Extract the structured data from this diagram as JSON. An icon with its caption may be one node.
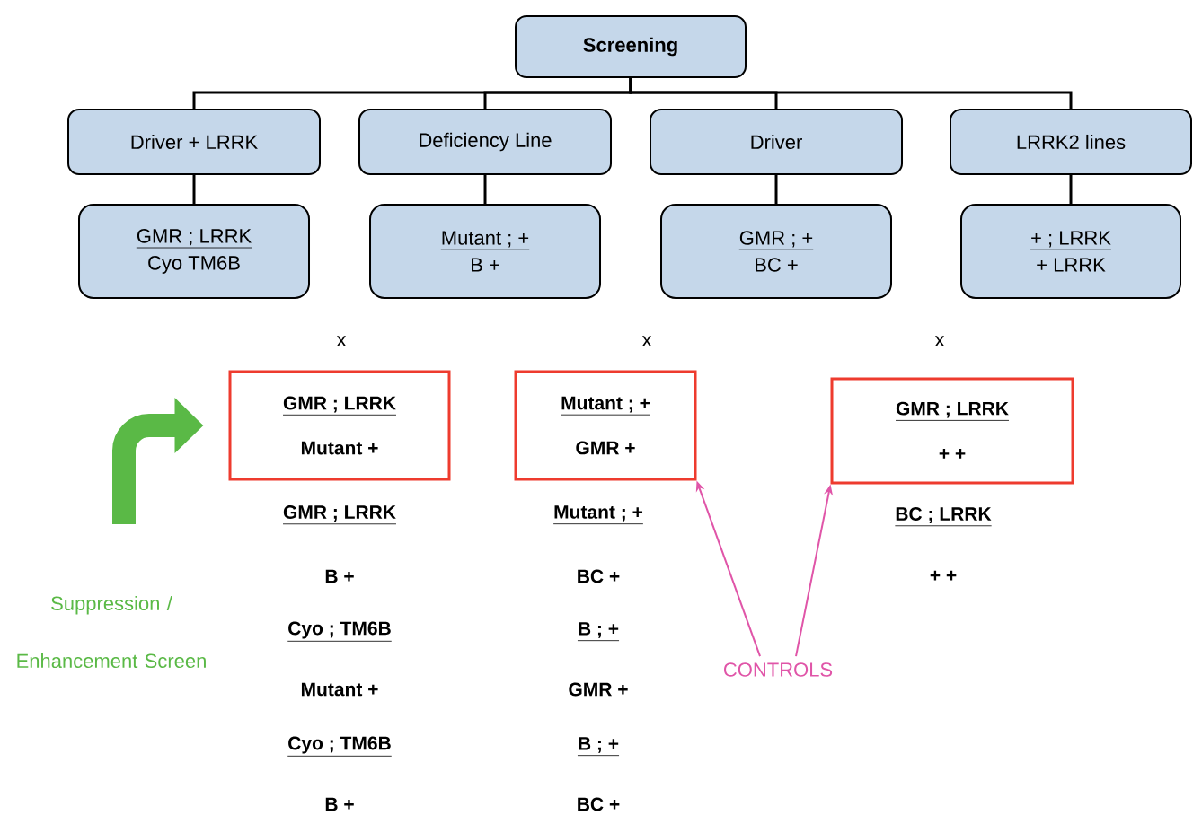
{
  "diagram": {
    "nodes": [
      {
        "text": [
          "Screening"
        ]
      },
      {
        "text": [
          "Driver + LRRK"
        ]
      },
      {
        "text": [
          "Deficiency Line"
        ]
      },
      {
        "text": [
          "Driver"
        ]
      },
      {
        "text": [
          "LRRK2 lines"
        ]
      },
      {
        "text": [
          "GMR ; LRRK",
          "Cyo TM6B"
        ]
      },
      {
        "text": [
          "Mutant ; +",
          "B +"
        ]
      },
      {
        "text": [
          "GMR ; +",
          "BC +"
        ]
      },
      {
        "text": [
          "+ ; LRRK",
          "+ LRRK"
        ]
      },
      {
        "text": [
          "GMR ; LRRK",
          "Mutant +"
        ]
      },
      {
        "text": [
          "Mutant ; +",
          "GMR +"
        ]
      },
      {
        "text": [
          "GMR ; LRRK",
          "+ +"
        ]
      },
      {
        "text": [
          "CONTROLS"
        ]
      }
    ],
    "edges": [
      {
        "from": 0,
        "to": 1,
        "arrow": "none"
      },
      {
        "from": 0,
        "to": 2,
        "arrow": "none"
      },
      {
        "from": 0,
        "to": 3,
        "arrow": "none"
      },
      {
        "from": 0,
        "to": 4,
        "arrow": "none"
      },
      {
        "from": 1,
        "to": 5,
        "arrow": "none"
      },
      {
        "from": 2,
        "to": 6,
        "arrow": "none"
      },
      {
        "from": 3,
        "to": 7,
        "arrow": "none"
      },
      {
        "from": 4,
        "to": 8,
        "arrow": "none"
      },
      {
        "from": null,
        "to": 9,
        "arrow": "to",
        "style": "thick",
        "color": "#5ab946"
      },
      {
        "from": 12,
        "to": 10,
        "arrow": "to",
        "color": "#e055a8"
      },
      {
        "from": 12,
        "to": 11,
        "arrow": "to",
        "color": "#e055a8"
      }
    ],
    "labels": [
      "x",
      "x",
      "x",
      "GMR ; LRRK",
      "Mutant ; +",
      "BC ; LRRK",
      "B +",
      "BC +",
      "+ +",
      "Suppression / Enhancement Screen",
      "Cyo ; TM6B",
      "B ; +",
      "Mutant +",
      "GMR +",
      "Cyo ; TM6B",
      "B ; +",
      "B +",
      "BC +"
    ]
  }
}
